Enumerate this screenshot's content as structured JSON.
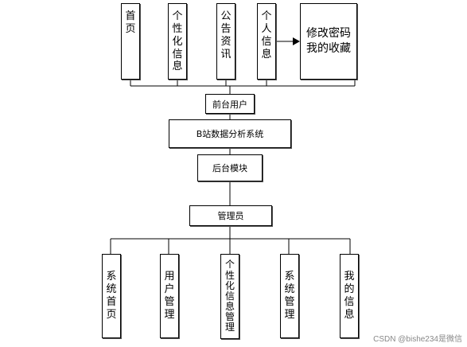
{
  "diagram": {
    "front_modules": [
      "首\n页",
      "个\n性\n化\n信\n息",
      "公\n告\n资\n讯",
      "个\n人\n信\n息"
    ],
    "change_password_box": "修改密码\n我的收藏",
    "front_user": "前台用户",
    "system": "B站数据分析系统",
    "backend_module": "后台模块",
    "admin": "管理员",
    "back_modules": [
      "系\n统\n首\n页",
      "用\n户\n管\n理",
      "个\n性\n化\n信\n息\n管\n理",
      "系\n统\n管\n理",
      "我\n的\n信\n息"
    ]
  },
  "watermark": "CSDN @bishe234是微信"
}
